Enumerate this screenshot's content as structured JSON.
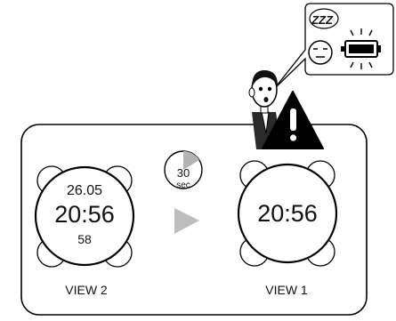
{
  "view_left": {
    "date": "26.05",
    "time": "20:56",
    "seconds": "58",
    "caption": "VIEW 2"
  },
  "view_right": {
    "time": "20:56",
    "caption": "VIEW 1"
  },
  "timer": {
    "value": "30",
    "unit": "sec"
  },
  "bubble": {
    "snore": "ZZZ"
  },
  "icons": [
    "sleep-face-icon",
    "battery-low-icon",
    "warning-icon",
    "character-figure-icon",
    "arrow-right-icon",
    "timer-icon"
  ]
}
